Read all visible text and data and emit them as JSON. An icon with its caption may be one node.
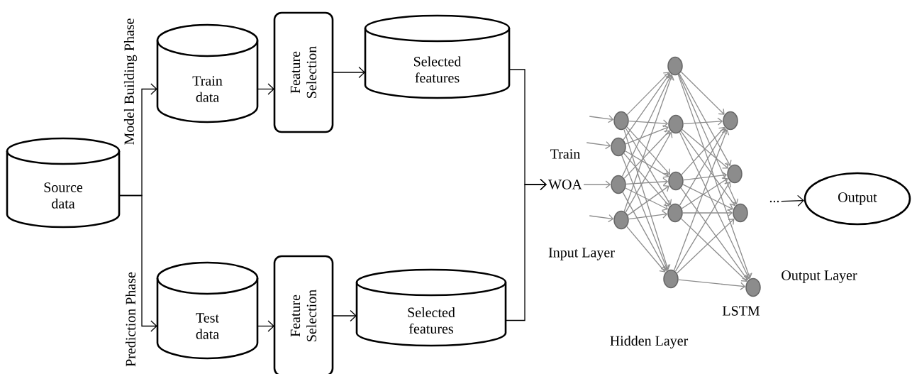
{
  "diagram": {
    "nodes": [
      {
        "text": [
          "Source data"
        ]
      },
      {
        "text": [
          "Train data"
        ]
      },
      {
        "text": [
          "Feature Selection"
        ]
      },
      {
        "text": [
          "Selected features"
        ]
      },
      {
        "text": [
          "Test data"
        ]
      },
      {
        "text": [
          "Feature Selection"
        ]
      },
      {
        "text": [
          "Selected features"
        ]
      },
      {
        "text": [
          "WOA"
        ]
      },
      {
        "text": [],
        "shape": "circle"
      },
      {
        "text": [],
        "shape": "circle"
      },
      {
        "text": [],
        "shape": "circle"
      },
      {
        "text": [],
        "shape": "circle"
      },
      {
        "text": [],
        "shape": "circle"
      },
      {
        "text": [],
        "shape": "circle"
      },
      {
        "text": [],
        "shape": "circle"
      },
      {
        "text": [],
        "shape": "circle"
      },
      {
        "text": [],
        "shape": "circle"
      },
      {
        "text": [],
        "shape": "circle"
      },
      {
        "text": [],
        "shape": "circle"
      },
      {
        "text": [],
        "shape": "circle"
      },
      {
        "text": [],
        "shape": "circle"
      },
      {
        "text": [
          "..."
        ]
      },
      {
        "text": [
          "Output"
        ]
      }
    ],
    "edges": [
      {
        "from": 0,
        "to": 1,
        "arrow": "to",
        "label": "Model Building Phase",
        "color": "#000000"
      },
      {
        "from": 0,
        "to": 4,
        "arrow": "to",
        "label": "Prediction Phase",
        "color": "#000000"
      },
      {
        "from": 1,
        "to": 2,
        "arrow": "to",
        "color": "#000000"
      },
      {
        "from": 2,
        "to": 3,
        "arrow": "to",
        "color": "#000000"
      },
      {
        "from": 4,
        "to": 5,
        "arrow": "to",
        "color": "#000000"
      },
      {
        "from": 5,
        "to": 6,
        "arrow": "to",
        "color": "#000000"
      },
      {
        "from": 3,
        "to": 7,
        "arrow": "to",
        "color": "#000000"
      },
      {
        "from": 6,
        "to": 7,
        "arrow": "to",
        "color": "#000000"
      },
      {
        "from": null,
        "to": 8,
        "arrow": "to"
      },
      {
        "from": null,
        "to": 9,
        "arrow": "to"
      },
      {
        "from": 7,
        "to": 10,
        "arrow": "to"
      },
      {
        "from": null,
        "to": 11,
        "arrow": "to"
      },
      {
        "from": 8,
        "to": 12,
        "arrow": "to"
      },
      {
        "from": 8,
        "to": 13,
        "arrow": "to"
      },
      {
        "from": 8,
        "to": 14,
        "arrow": "to"
      },
      {
        "from": 8,
        "to": 15,
        "arrow": "to"
      },
      {
        "from": 8,
        "to": 16,
        "arrow": "to"
      },
      {
        "from": 9,
        "to": 12,
        "arrow": "to"
      },
      {
        "from": 9,
        "to": 13,
        "arrow": "to"
      },
      {
        "from": 9,
        "to": 14,
        "arrow": "to"
      },
      {
        "from": 9,
        "to": 15,
        "arrow": "to"
      },
      {
        "from": 9,
        "to": 16,
        "arrow": "to"
      },
      {
        "from": 10,
        "to": 12,
        "arrow": "to"
      },
      {
        "from": 10,
        "to": 13,
        "arrow": "to"
      },
      {
        "from": 10,
        "to": 14,
        "arrow": "to"
      },
      {
        "from": 10,
        "to": 15,
        "arrow": "to"
      },
      {
        "from": 10,
        "to": 16,
        "arrow": "to"
      },
      {
        "from": 11,
        "to": 12,
        "arrow": "to"
      },
      {
        "from": 11,
        "to": 13,
        "arrow": "to"
      },
      {
        "from": 11,
        "to": 14,
        "arrow": "to"
      },
      {
        "from": 11,
        "to": 15,
        "arrow": "to"
      },
      {
        "from": 11,
        "to": 16,
        "arrow": "to"
      },
      {
        "from": 12,
        "to": 17,
        "arrow": "to"
      },
      {
        "from": 12,
        "to": 18,
        "arrow": "to"
      },
      {
        "from": 12,
        "to": 19,
        "arrow": "to"
      },
      {
        "from": 12,
        "to": 20,
        "arrow": "to"
      },
      {
        "from": 13,
        "to": 17,
        "arrow": "to"
      },
      {
        "from": 13,
        "to": 18,
        "arrow": "to"
      },
      {
        "from": 13,
        "to": 19,
        "arrow": "to"
      },
      {
        "from": 13,
        "to": 20,
        "arrow": "to"
      },
      {
        "from": 14,
        "to": 17,
        "arrow": "to"
      },
      {
        "from": 14,
        "to": 18,
        "arrow": "to"
      },
      {
        "from": 14,
        "to": 19,
        "arrow": "to"
      },
      {
        "from": 14,
        "to": 20,
        "arrow": "to"
      },
      {
        "from": 15,
        "to": 17,
        "arrow": "to"
      },
      {
        "from": 15,
        "to": 18,
        "arrow": "to"
      },
      {
        "from": 15,
        "to": 19,
        "arrow": "to"
      },
      {
        "from": 15,
        "to": 20,
        "arrow": "to"
      },
      {
        "from": 16,
        "to": 17,
        "arrow": "to"
      },
      {
        "from": 16,
        "to": 18,
        "arrow": "to"
      },
      {
        "from": 16,
        "to": 19,
        "arrow": "to"
      },
      {
        "from": 16,
        "to": 20,
        "arrow": "to"
      },
      {
        "from": 21,
        "to": 22,
        "arrow": "to",
        "color": "#000000"
      }
    ],
    "labels": [
      "Train",
      "Input Layer",
      "Output Layer",
      "LSTM",
      "Hidden Layer"
    ]
  }
}
